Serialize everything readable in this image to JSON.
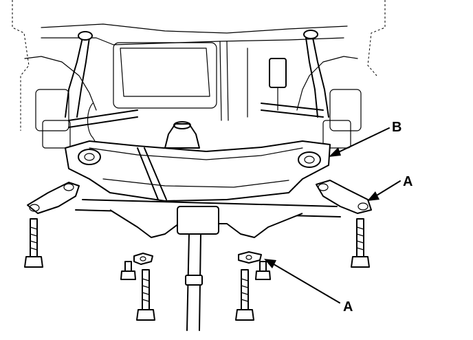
{
  "callouts": {
    "b": "B",
    "a_right": "A",
    "a_bottom": "A"
  }
}
